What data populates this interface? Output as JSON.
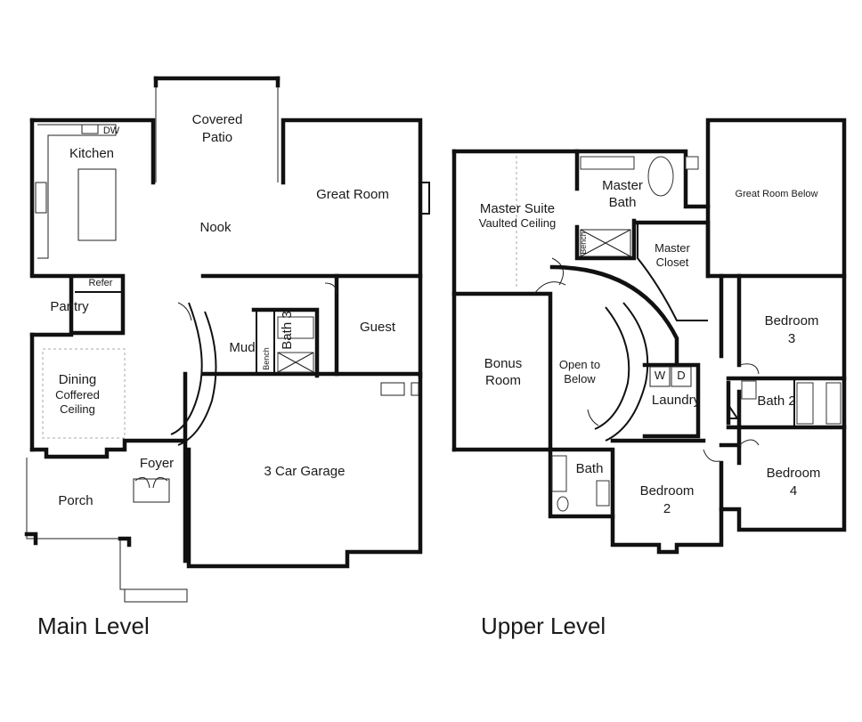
{
  "main_level": {
    "title": "Main Level",
    "rooms": {
      "covered_patio_1": "Covered",
      "covered_patio_2": "Patio",
      "dw": "DW",
      "kitchen": "Kitchen",
      "great_room": "Great Room",
      "nook": "Nook",
      "refer": "Refer",
      "pantry": "Pantry",
      "bath3": "Bath 3",
      "mud": "Mud",
      "bench": "Bench",
      "guest": "Guest",
      "dining": "Dining",
      "coffered_1": "Coffered",
      "coffered_2": "Ceiling",
      "foyer": "Foyer",
      "garage": "3 Car Garage",
      "porch": "Porch"
    }
  },
  "upper_level": {
    "title": "Upper Level",
    "rooms": {
      "master_suite": "Master Suite",
      "vaulted": "Vaulted Ceiling",
      "master_bath_1": "Master",
      "master_bath_2": "Bath",
      "bench": "Bench",
      "master_closet_1": "Master",
      "master_closet_2": "Closet",
      "great_room_below": "Great Room Below",
      "bedroom3_1": "Bedroom",
      "bedroom3_2": "3",
      "bonus_1": "Bonus",
      "bonus_2": "Room",
      "open_below_1": "Open to",
      "open_below_2": "Below",
      "w": "W",
      "d": "D",
      "laundry": "Laundry",
      "bath2": "Bath 2",
      "bath": "Bath",
      "bedroom2_1": "Bedroom",
      "bedroom2_2": "2",
      "bedroom4_1": "Bedroom",
      "bedroom4_2": "4"
    }
  }
}
